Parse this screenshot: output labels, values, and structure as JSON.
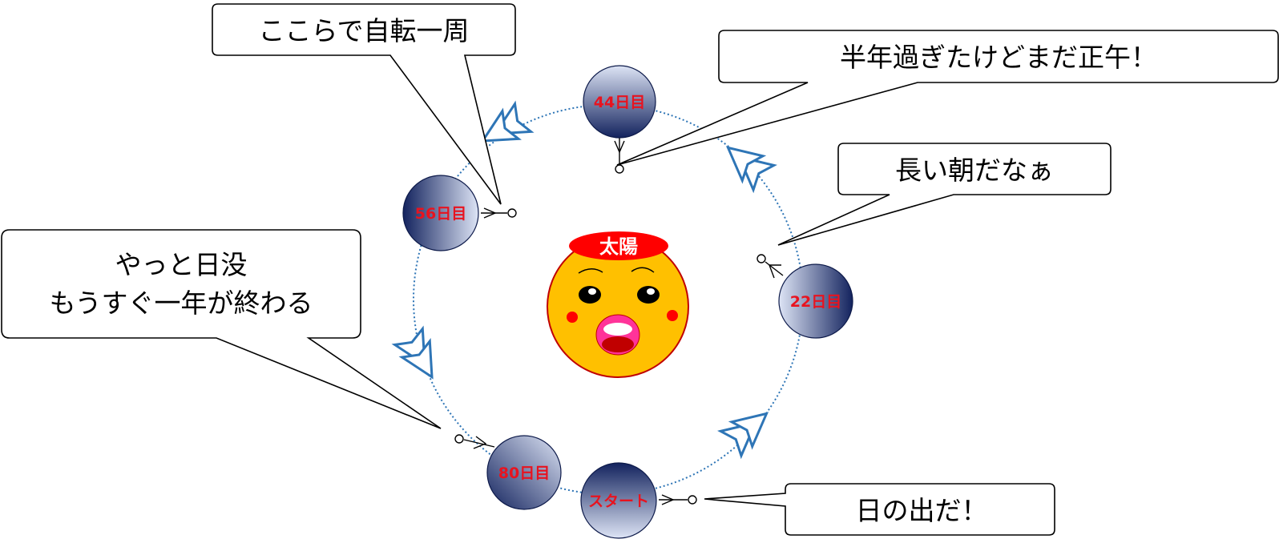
{
  "sun": {
    "label": "太陽"
  },
  "positions": {
    "start": "スタート",
    "day22": "22日目",
    "day44": "44日目",
    "day56": "56日目",
    "day80": "80日目"
  },
  "callouts": {
    "rotation": "ここらで自転一周",
    "half_year": "半年過ぎたけどまだ正午！",
    "long_morning": "長い朝だなぁ",
    "sunset_line1": "やっと日没",
    "sunset_line2": "もうすぐ一年が終わる",
    "sunrise": "日の出だ！"
  },
  "colors": {
    "orbit": "#2e75b6",
    "arrow": "#2e75b6",
    "planet_dark": "#13235e",
    "planet_light": "#dde4f5",
    "planet_label": "#e8131f",
    "sun_fill": "#ffc000",
    "sun_stroke": "#c00000",
    "sun_band": "#ff0000",
    "mouth": "#ff3399"
  }
}
